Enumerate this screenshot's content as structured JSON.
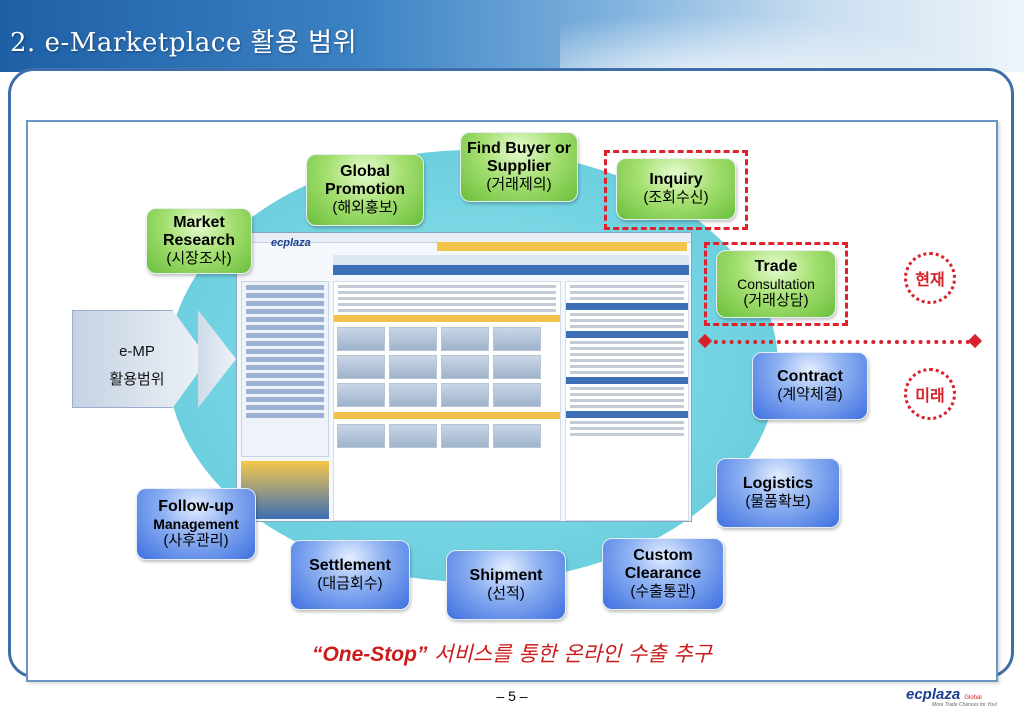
{
  "slide": {
    "title": "2. e-Marketplace 활용 범위",
    "page_number": "– 5 –",
    "slogan_en": "“One-Stop”",
    "slogan_ko": " 서비스를 통한 온라인 수출 추구"
  },
  "emp": {
    "line1": "e-MP",
    "line2": "활용범위"
  },
  "bubbles": {
    "market_research": {
      "title": "Market Research",
      "ko": "(시장조사)"
    },
    "global_promotion": {
      "title": "Global Promotion",
      "ko": "(해외홍보)"
    },
    "find_buyer": {
      "title": "Find Buyer or Supplier",
      "ko": "(거래제의)"
    },
    "inquiry": {
      "title": "Inquiry",
      "ko": "(조회수신)"
    },
    "trade_consultation": {
      "title": "Trade",
      "sub": "Consultation",
      "ko": "(거래상담)"
    },
    "contract": {
      "title": "Contract",
      "ko": "(계약체결)"
    },
    "logistics": {
      "title": "Logistics",
      "ko": "(물품확보)"
    },
    "custom_clearance": {
      "title": "Custom Clearance",
      "ko": "(수출통관)"
    },
    "shipment": {
      "title": "Shipment",
      "ko": "(선적)"
    },
    "settlement": {
      "title": "Settlement",
      "ko": "(대금회수)"
    },
    "follow_up": {
      "title": "Follow-up",
      "sub": "Management",
      "ko": "(사후관리)"
    }
  },
  "timeline": {
    "present": "현재",
    "future": "미래"
  },
  "footer": {
    "logo": "ecplaza",
    "logo_small": "Global",
    "tagline": "More Trade Chances for You!"
  },
  "colors": {
    "accent_red": "#d8212a",
    "header_blue": "#1e5fa6",
    "bubble_green": "#6abf3b",
    "bubble_blue": "#3d6fe0"
  }
}
